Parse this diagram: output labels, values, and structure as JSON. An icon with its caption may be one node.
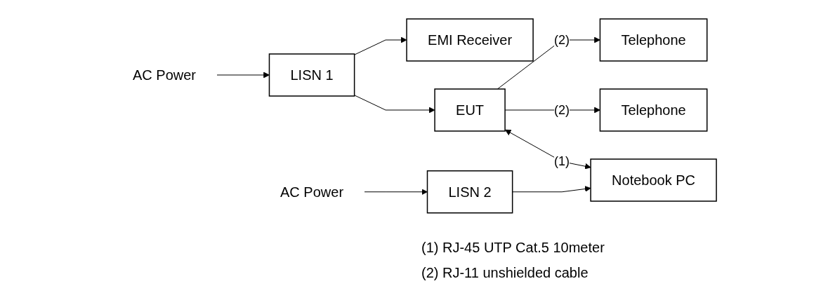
{
  "diagram": {
    "nodes": [
      {
        "text": [
          "AC Power"
        ]
      },
      {
        "text": [
          "LISN 1"
        ]
      },
      {
        "text": [
          "EUT"
        ]
      },
      {
        "text": [
          "Notebook PC"
        ]
      },
      {
        "text": [
          "LISN 2"
        ]
      },
      {
        "text": [
          "Telephone"
        ]
      },
      {
        "text": [
          "Telephone"
        ]
      },
      {
        "text": [
          "EMI Receiver"
        ]
      },
      {
        "text": [
          "AC Power"
        ]
      }
    ],
    "edges": [
      {
        "from": 0,
        "to": 1,
        "arrow": "to"
      },
      {
        "from": 1,
        "to": 2,
        "arrow": "to"
      },
      {
        "from": 2,
        "to": 3,
        "arrow": "both",
        "label": "(1)"
      },
      {
        "from": 4,
        "to": 3,
        "arrow": "to"
      },
      {
        "from": 2,
        "to": 5,
        "arrow": "to",
        "label": "(2)"
      },
      {
        "from": 2,
        "to": 6,
        "arrow": "to",
        "label": "(2)"
      },
      {
        "from": 1,
        "to": 7,
        "arrow": "to"
      },
      {
        "from": 8,
        "to": 4,
        "arrow": "to"
      }
    ],
    "labels": [
      "(1) RJ-45 UTP Cat.5 10meter",
      "(2) RJ-11 unshielded cable"
    ]
  }
}
